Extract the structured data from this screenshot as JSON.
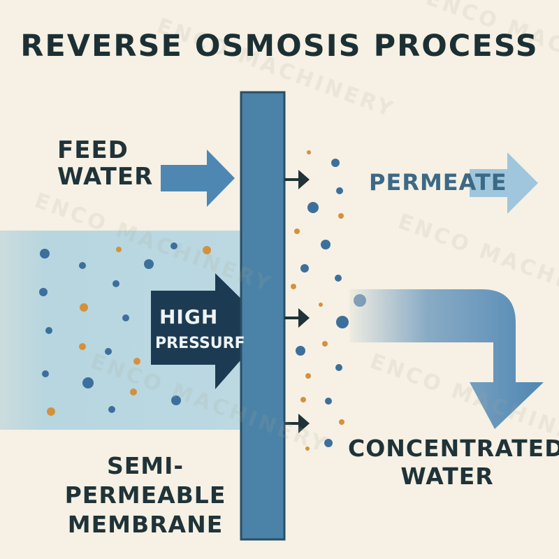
{
  "title": "REVERSE OSMOSIS PROCESS",
  "labels": {
    "feed_water_line1": "FEED",
    "feed_water_line2": "WATER",
    "permeate": "PERMEATE",
    "high_pressure_line1": "HIGH",
    "high_pressure_line2": "PRESSURF",
    "membrane_line1": "SEMI-",
    "membrane_line2": "PERMEABLE",
    "membrane_line3": "MEMBRANE",
    "concentrated_line1": "CONCENTRATED",
    "concentrated_line2": "WATER"
  },
  "watermark": "ENCO MACHINERY",
  "colors": {
    "background": "#f6f1e4",
    "title_text": "#1c3034",
    "feed_region": "#b9d6df",
    "membrane": "#4b82a8",
    "membrane_edge": "#2a4e66",
    "arrow_blue": "#4f87b3",
    "pressure_arrow": "#1c3b52",
    "particle_blue": "#3d6f9c",
    "particle_orange": "#d4913d",
    "permeate_arrow": "#9fc6dc"
  },
  "icons": {
    "feed_arrow": "arrow-right-icon",
    "pressure_arrow": "arrow-right-icon",
    "permeate_arrow": "arrow-right-icon",
    "membrane_pass_arrows": "arrow-right-icon",
    "concentrate_arrow": "arrow-bend-down-icon"
  }
}
